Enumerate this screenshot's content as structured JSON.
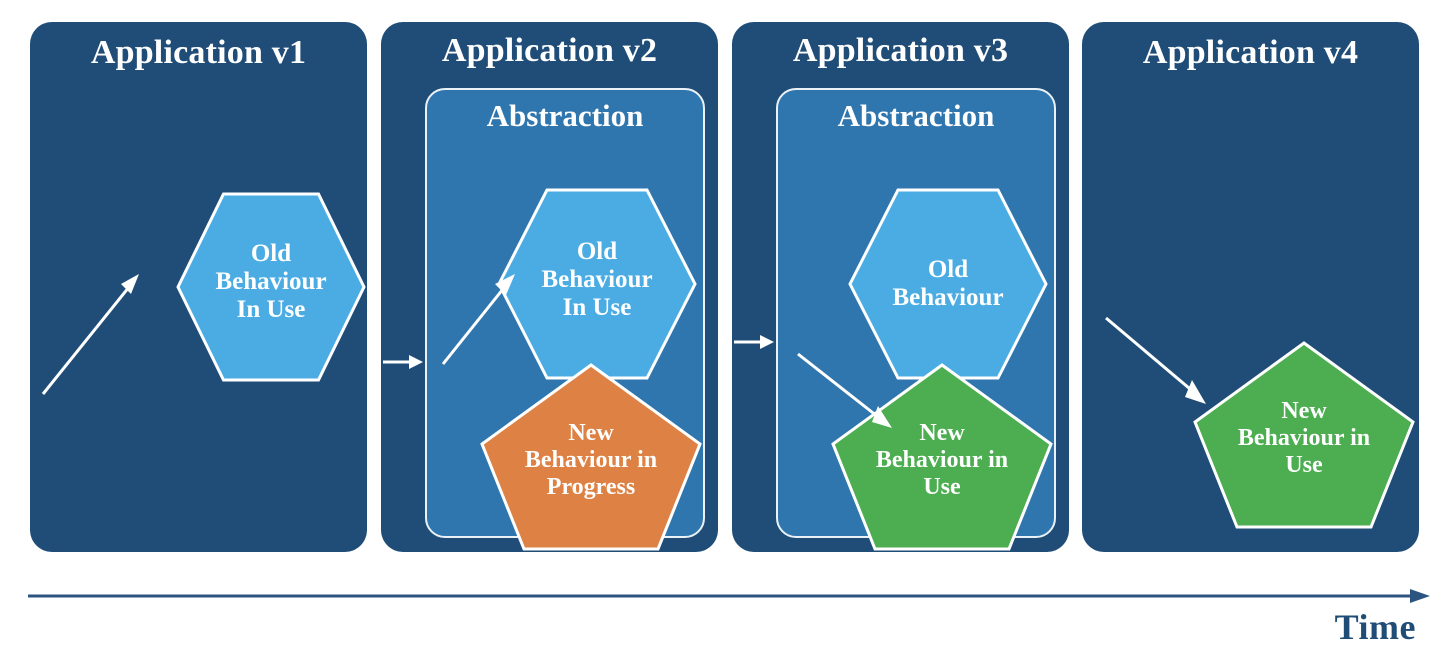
{
  "diagram": {
    "title_hidden": "",
    "colors": {
      "panel_navy": "#1F4D77",
      "abstraction_blue": "#3076AE",
      "hexagon_blue": "#4BACE4",
      "pentagon_orange": "#DD8244",
      "pentagon_green": "#4CAE50",
      "shape_outline": "#FFFFFF",
      "timeline": "#1F4D77",
      "background": "#FFFFFF"
    },
    "panels": [
      {
        "id": "v1",
        "title": "Application v1",
        "has_abstraction": false,
        "abstraction_label": "",
        "shapes": [
          {
            "kind": "hexagon",
            "label": "Old\nBehaviour\nIn Use",
            "color": "#4BACE4"
          }
        ]
      },
      {
        "id": "v2",
        "title": "Application v2",
        "has_abstraction": true,
        "abstraction_label": "Abstraction",
        "shapes": [
          {
            "kind": "hexagon",
            "label": "Old\nBehaviour\nIn Use",
            "color": "#4BACE4"
          },
          {
            "kind": "pentagon",
            "label": "New\nBehaviour in\nProgress",
            "color": "#DD8244"
          }
        ]
      },
      {
        "id": "v3",
        "title": "Application v3",
        "has_abstraction": true,
        "abstraction_label": "Abstraction",
        "shapes": [
          {
            "kind": "hexagon",
            "label": "Old\nBehaviour",
            "color": "#4BACE4"
          },
          {
            "kind": "pentagon",
            "label": "New\nBehaviour in\nUse",
            "color": "#4CAE50"
          }
        ]
      },
      {
        "id": "v4",
        "title": "Application v4",
        "has_abstraction": false,
        "abstraction_label": "",
        "shapes": [
          {
            "kind": "pentagon",
            "label": "New\nBehaviour in\nUse",
            "color": "#4CAE50"
          }
        ]
      }
    ],
    "connectors": [
      {
        "from": "v1",
        "to": "v2",
        "direction": "right"
      },
      {
        "from": "v2",
        "to": "v3",
        "direction": "right"
      },
      {
        "from": "v3",
        "to": "v4",
        "direction": "right"
      }
    ],
    "pointers": [
      {
        "panel": "v1",
        "direction": "up-right",
        "target": "hexagon"
      },
      {
        "panel": "v2",
        "direction": "up-right",
        "target": "hexagon"
      },
      {
        "panel": "v3",
        "direction": "down-right",
        "target": "pentagon"
      },
      {
        "panel": "v4",
        "direction": "down-right",
        "target": "pentagon"
      }
    ],
    "timeline": {
      "label": "Time",
      "direction": "right"
    }
  }
}
